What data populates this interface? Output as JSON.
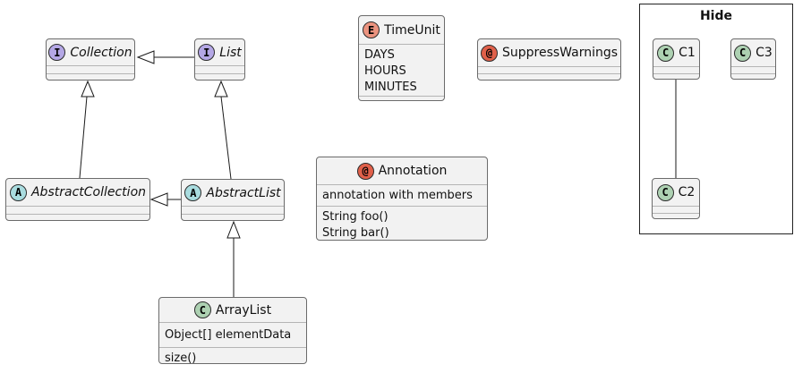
{
  "diagram_type": "uml-class-diagram",
  "colors": {
    "box_fill": "#f2f2f2",
    "box_border": "#6b6b6b",
    "separator": "#b5b5b5",
    "edge": "#1a1a1a",
    "interface_spot": "#B4A7E5",
    "abstract_spot": "#A9DCDF",
    "class_spot": "#ADD1B2",
    "enum_spot": "#EB937F",
    "annotation_spot": "#E0604A"
  },
  "package": {
    "title": "Hide"
  },
  "classes": {
    "collection": {
      "spot": "I",
      "name": "Collection"
    },
    "list": {
      "spot": "I",
      "name": "List"
    },
    "abstract_collection": {
      "spot": "A",
      "name": "AbstractCollection"
    },
    "abstract_list": {
      "spot": "A",
      "name": "AbstractList"
    },
    "array_list": {
      "spot": "C",
      "name": "ArrayList",
      "fields": [
        "Object[] elementData"
      ],
      "methods": [
        "size()"
      ]
    },
    "time_unit": {
      "spot": "E",
      "name": "TimeUnit",
      "values": [
        "DAYS",
        "HOURS",
        "MINUTES"
      ]
    },
    "suppress_warnings": {
      "spot": "@",
      "name": "SuppressWarnings"
    },
    "annotation": {
      "spot": "@",
      "name": "Annotation",
      "members_note": "annotation with members",
      "methods": [
        "String foo()",
        "String bar()"
      ]
    },
    "c1": {
      "spot": "C",
      "name": "C1"
    },
    "c2": {
      "spot": "C",
      "name": "C2"
    },
    "c3": {
      "spot": "C",
      "name": "C3"
    }
  },
  "relationships": [
    {
      "from": "List",
      "to": "Collection",
      "type": "extends"
    },
    {
      "from": "AbstractCollection",
      "to": "Collection",
      "type": "implements"
    },
    {
      "from": "AbstractList",
      "to": "List",
      "type": "implements"
    },
    {
      "from": "AbstractList",
      "to": "AbstractCollection",
      "type": "extends"
    },
    {
      "from": "ArrayList",
      "to": "AbstractList",
      "type": "extends"
    },
    {
      "from": "C1",
      "to": "C2",
      "type": "association"
    }
  ]
}
